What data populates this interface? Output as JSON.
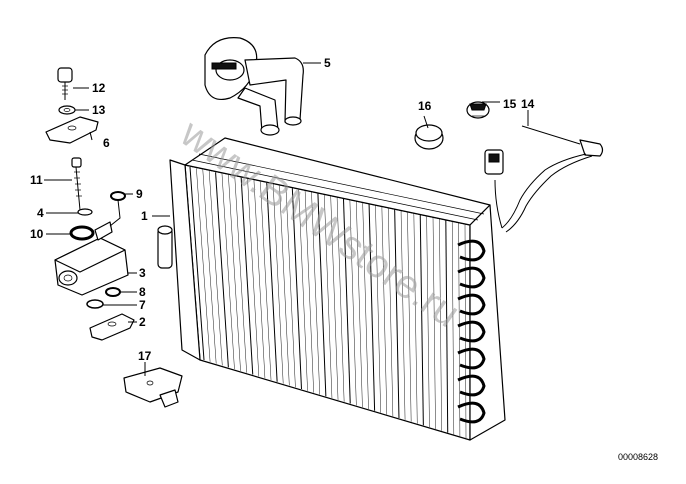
{
  "diagram": {
    "reference_number": "00008628",
    "watermark": "www.BMWstore.ru",
    "callouts": {
      "c1": "1",
      "c2": "2",
      "c3": "3",
      "c4": "4",
      "c5": "5",
      "c6": "6",
      "c7": "7",
      "c8": "8",
      "c9": "9",
      "c10": "10",
      "c11": "11",
      "c12": "12",
      "c13": "13",
      "c14": "14",
      "c15": "15",
      "c16": "16",
      "c17": "17"
    }
  }
}
